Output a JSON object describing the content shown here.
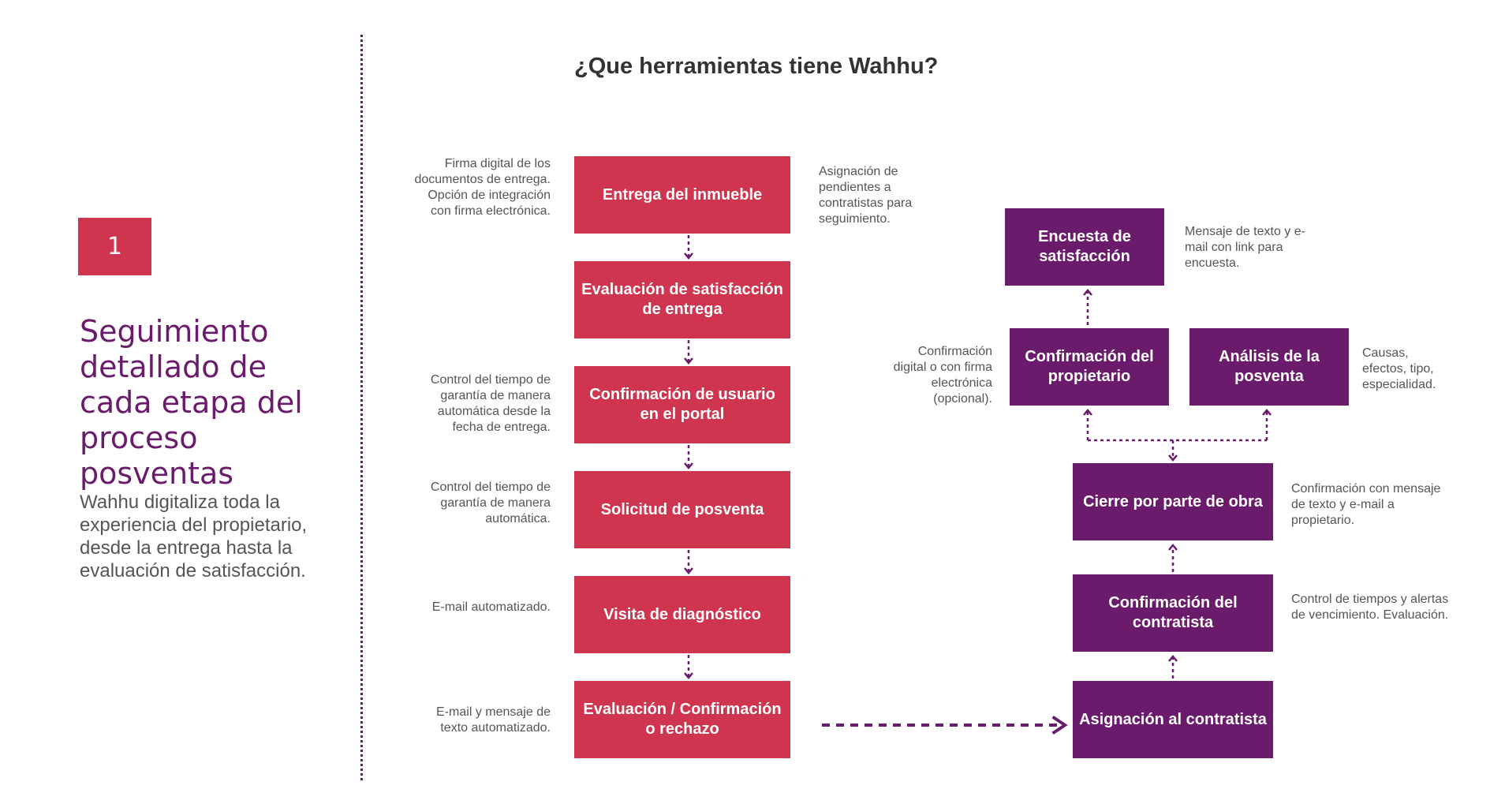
{
  "title": "¿Que herramientas tiene Wahhu?",
  "sidebar": {
    "step_number": "1",
    "heading": "Seguimiento detallado de cada etapa del proceso posventas",
    "description": "Wahhu digitaliza toda la experiencia del propietario, desde la entrega hasta la evaluación de satisfacción."
  },
  "flow_left": [
    {
      "label": "Entrega del inmueble",
      "note": "Firma digital de los documentos de entrega. Opción de integración con firma electrónica."
    },
    {
      "label": "Evaluación de satisfacción de entrega",
      "note": ""
    },
    {
      "label": "Confirmación de usuario en el portal",
      "note": "Control del tiempo de garantía de manera automática desde la fecha de entrega."
    },
    {
      "label": "Solicitud de posventa",
      "note": "Control del tiempo de garantía de manera automática."
    },
    {
      "label": "Visita de diagnóstico",
      "note": "E-mail automatizado."
    },
    {
      "label": "Evaluación / Confirmación o rechazo",
      "note": "E-mail y mensaje de texto automatizado."
    }
  ],
  "flow_left_side_note": "Asignación de pendientes a contratistas para seguimiento.",
  "flow_right": {
    "encuesta": {
      "label": "Encuesta de satisfacción",
      "note": "Mensaje de texto y e-mail con link para encuesta."
    },
    "confirmacion_propietario": {
      "label": "Confirmación del propietario",
      "note": "Confirmación digital o con firma electrónica (opcional)."
    },
    "analisis": {
      "label": "Análisis de la posventa",
      "note": "Causas, efectos, tipo, especialidad."
    },
    "cierre": {
      "label": "Cierre por parte de obra",
      "note": "Confirmación con mensaje de texto y e-mail a propietario."
    },
    "confirmacion_contratista": {
      "label": "Confirmación del contratista",
      "note": "Control de tiempos y alertas de vencimiento. Evaluación."
    },
    "asignacion": {
      "label": "Asignación al contratista"
    }
  },
  "colors": {
    "red": "#d0354f",
    "purple": "#6a1b6b",
    "text": "#555555"
  }
}
